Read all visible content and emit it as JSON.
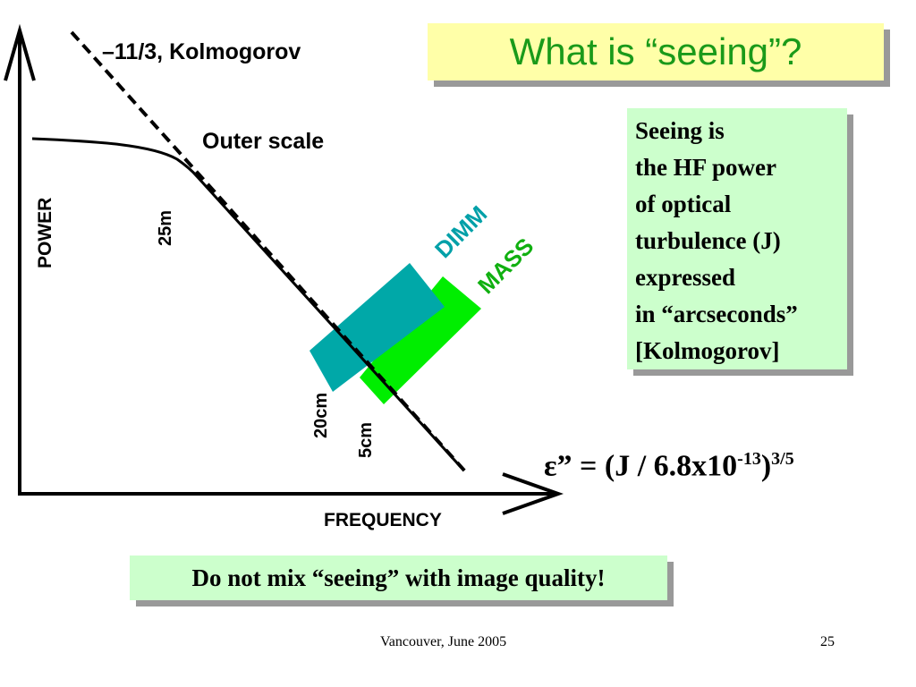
{
  "slide": {
    "title": "What is “seeing”?",
    "explanation": [
      "Seeing is",
      "the HF power",
      "of optical",
      "turbulence (J)",
      "expressed",
      "in “arcseconds”",
      "[Kolmogorov]"
    ],
    "formula": {
      "base": "ε” = (J / 6.8x10",
      "exponent1": "-13",
      "close": ")",
      "exponent2": "3/5"
    },
    "warning": "Do not mix “seeing” with image quality!",
    "footer_left": "Vancouver, June 2005",
    "page_number": "25"
  },
  "diagram": {
    "y_axis_label": "POWER",
    "x_axis_label": "FREQUENCY",
    "slope_label": "–11/3, Kolmogorov",
    "outer_scale_label": "Outer scale",
    "scale_25m": "25m",
    "scale_20cm": "20cm",
    "scale_5cm": "5cm",
    "dimm_label": "DIMM",
    "mass_label": "MASS",
    "colors": {
      "dimm": "#00a8a8",
      "mass": "#00ee00",
      "dimm_text": "#00a0a8",
      "mass_text": "#10b010"
    }
  }
}
